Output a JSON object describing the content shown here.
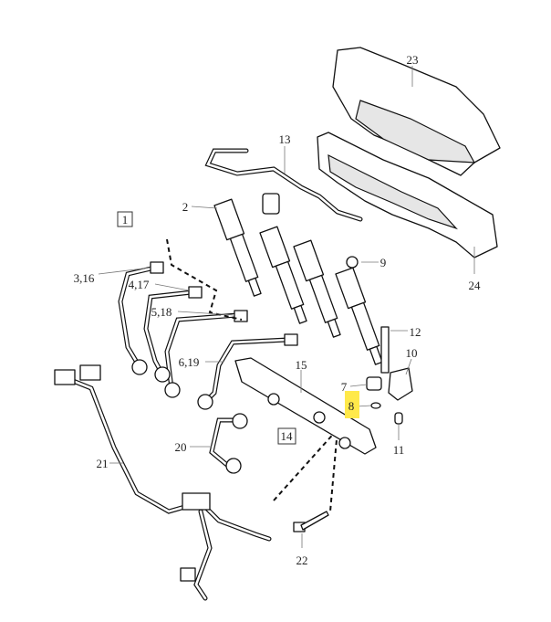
{
  "diagram": {
    "highlight_color": "#ffe94a",
    "callouts": {
      "p23": "23",
      "p13": "13",
      "p2": "2",
      "p1": "1",
      "p9": "9",
      "p3_16": "3,16",
      "p4_17": "4,17",
      "p24": "24",
      "p5_18": "5,18",
      "p12": "12",
      "p10": "10",
      "p6_19": "6,19",
      "p15": "15",
      "p7": "7",
      "p8": "8",
      "p14": "14",
      "p11": "11",
      "p20": "20",
      "p21": "21",
      "p22": "22"
    }
  }
}
